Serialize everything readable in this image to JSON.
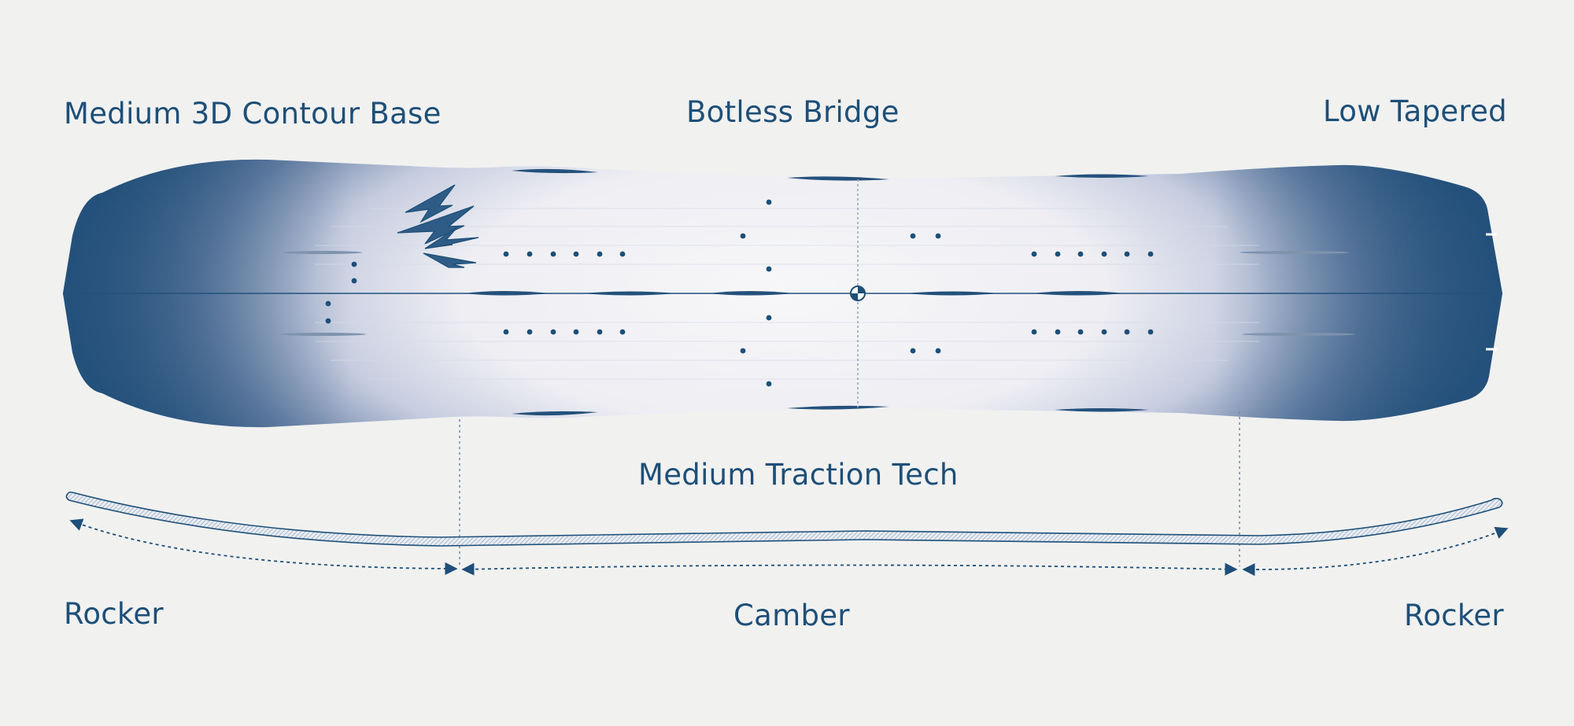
{
  "labels": {
    "top_left": "Medium 3D Contour Base",
    "top_center": "Botless Bridge",
    "top_right": "Low Tapered",
    "middle": "Medium Traction Tech",
    "bottom_left": "Rocker",
    "bottom_center": "Camber",
    "bottom_right": "Rocker"
  },
  "colors": {
    "background": "#f1f1f0",
    "navy": "#1d4f78",
    "board_dark": "#24517b",
    "board_light": "#f6f6f8"
  },
  "icons": {
    "logo": "jones-mountain-logo",
    "center_marker": "half-filled-circle"
  }
}
